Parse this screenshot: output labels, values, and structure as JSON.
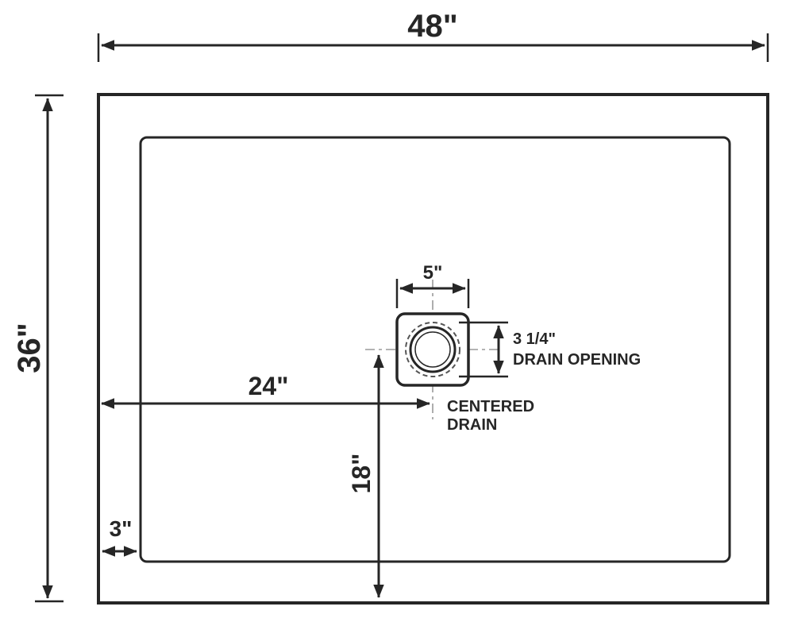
{
  "diagram": {
    "labels": {
      "overall_width": "48\"",
      "overall_depth": "36\"",
      "drain_from_left": "24\"",
      "drain_from_bottom": "18\"",
      "drain_flange": "5\"",
      "border_inset": "3\"",
      "drain_opening_size": "3 1/4\"",
      "drain_opening_text": "DRAIN OPENING",
      "centered_drain_line1": "CENTERED",
      "centered_drain_line2": "DRAIN"
    },
    "colors": {
      "line": "#262626",
      "centerline": "#9a9a9a",
      "background": "#ffffff"
    }
  }
}
